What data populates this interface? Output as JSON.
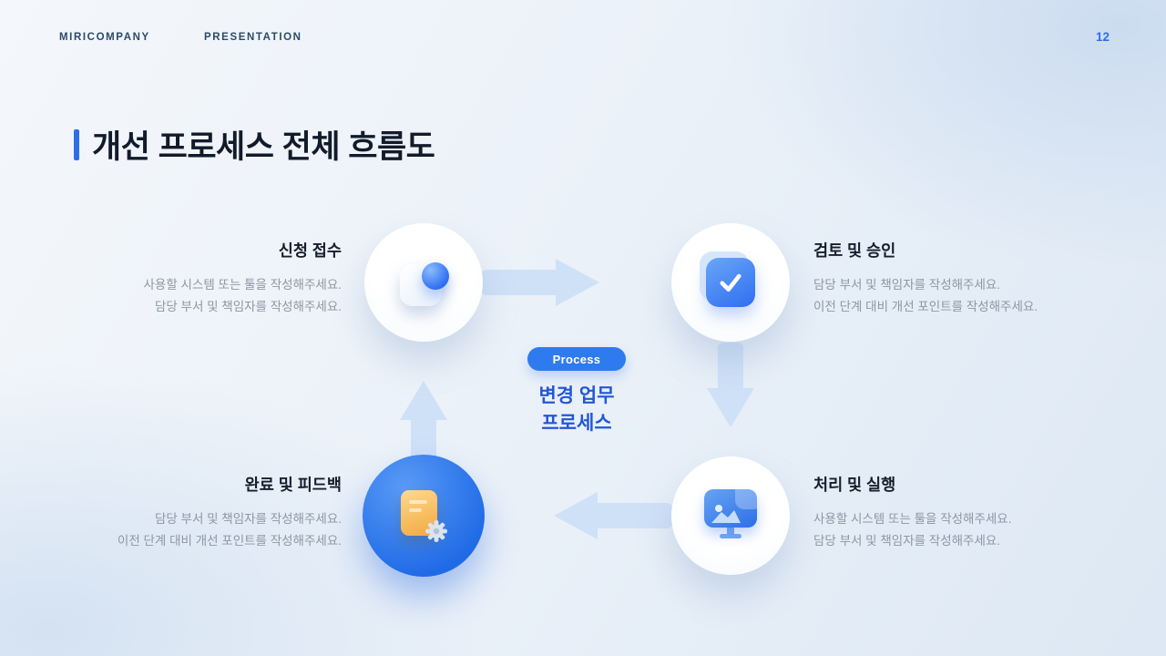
{
  "slide": {
    "page_number": "12"
  },
  "header": {
    "company": "MIRICOMPANY",
    "deck_label": "PRESENTATION"
  },
  "title": {
    "text": "개선 프로세스 전체 흐름도"
  },
  "center": {
    "badge_label": "Process",
    "title_line1": "변경 업무",
    "title_line2": "프로세스"
  },
  "steps": [
    {
      "title": "신청 접수",
      "desc": [
        "사용할 시스템 또는 툴을 작성해주세요.",
        "담당 부서 및 책임자를 작성해주세요."
      ],
      "icon": "pin-sphere-icon"
    },
    {
      "title": "검토 및 승인",
      "desc": [
        "담당 부서 및 책임자를 작성해주세요.",
        "이전 단계 대비 개선 포인트를 작성해주세요."
      ],
      "icon": "checkmark-icon"
    },
    {
      "title": "처리 및 실행",
      "desc": [
        "사용할 시스템 또는 툴을 작성해주세요.",
        "담당 부서 및 책임자를 작성해주세요."
      ],
      "icon": "monitor-icon"
    },
    {
      "title": "완료 및 피드백",
      "desc": [
        "담당 부서 및 책임자를 작성해주세요.",
        "이전 단계 대비 개선 포인트를 작성해주세요."
      ],
      "icon": "document-gear-icon"
    }
  ],
  "colors": {
    "accent_blue": "#2e6fe8",
    "arrow_blue": "#cfe1f7",
    "node_blue": "#2f7ef0",
    "text_dark": "#141e2d",
    "text_gray": "#8e96a4",
    "center_text_blue": "#2257d6"
  }
}
